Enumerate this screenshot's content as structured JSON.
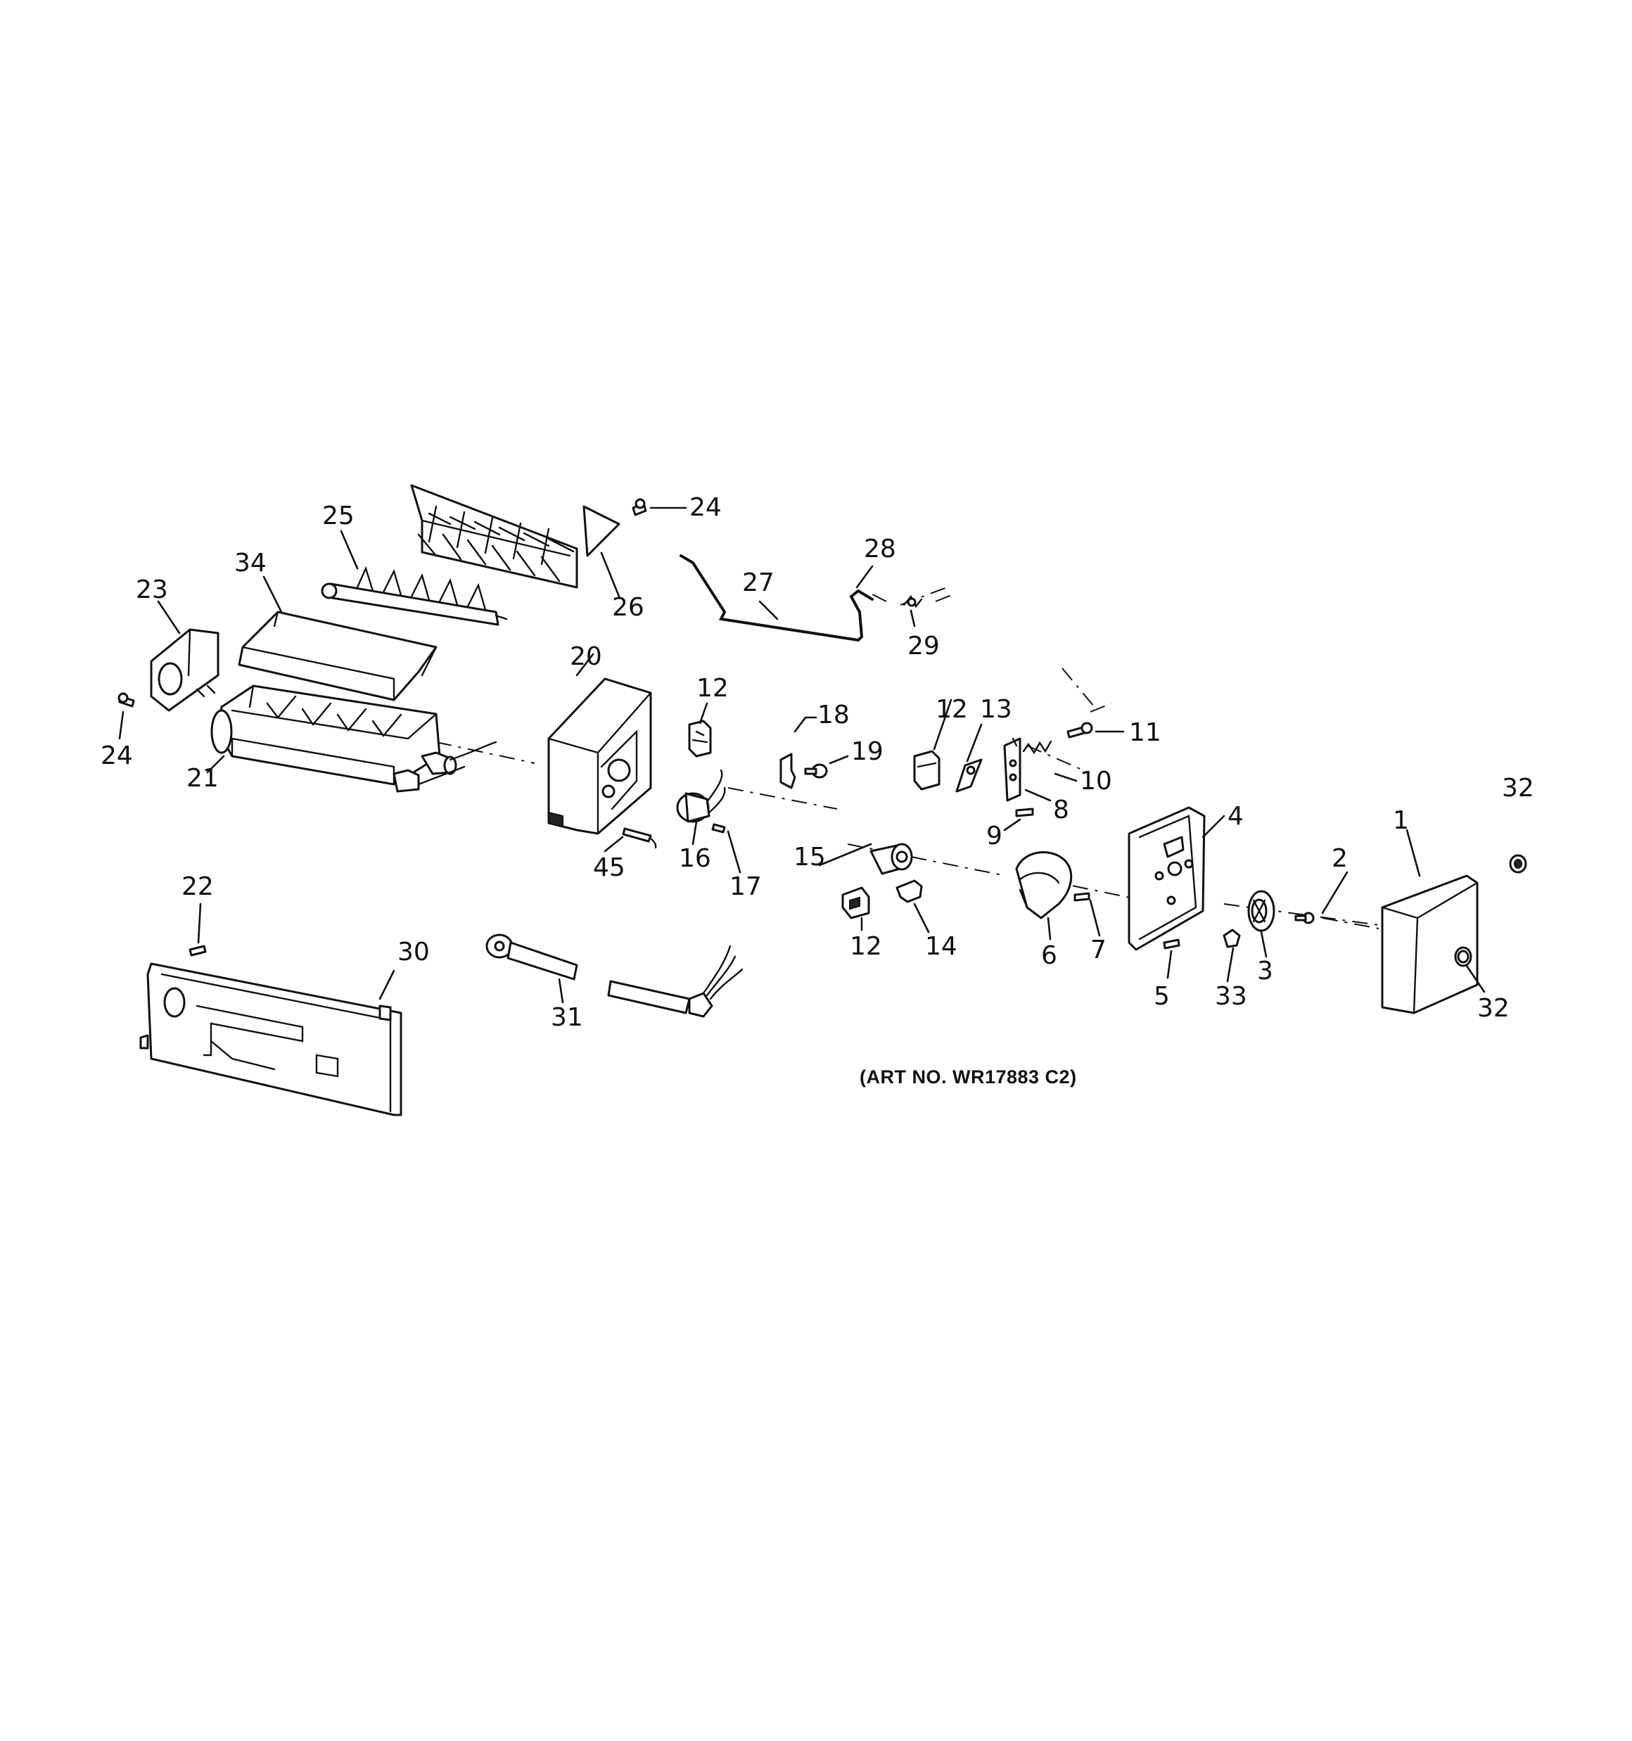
{
  "art_number": "(ART NO. WR17883 C2)",
  "callouts": {
    "c24a": "24",
    "c24b": "24",
    "c25": "25",
    "c26": "26",
    "c27": "27",
    "c28": "28",
    "c29": "29",
    "c34": "34",
    "c23": "23",
    "c20": "20",
    "c21": "21",
    "c12a": "12",
    "c12b": "12",
    "c12c": "12",
    "c13": "13",
    "c18": "18",
    "c19": "19",
    "c11": "11",
    "c10": "10",
    "c8": "8",
    "c9": "9",
    "c4": "4",
    "c1": "1",
    "c32a": "32",
    "c32b": "32",
    "c2": "2",
    "c45": "45",
    "c16": "16",
    "c17": "17",
    "c15": "15",
    "c14": "14",
    "c6": "6",
    "c7": "7",
    "c5": "5",
    "c33": "33",
    "c3": "3",
    "c22": "22",
    "c30": "30",
    "c31": "31"
  }
}
